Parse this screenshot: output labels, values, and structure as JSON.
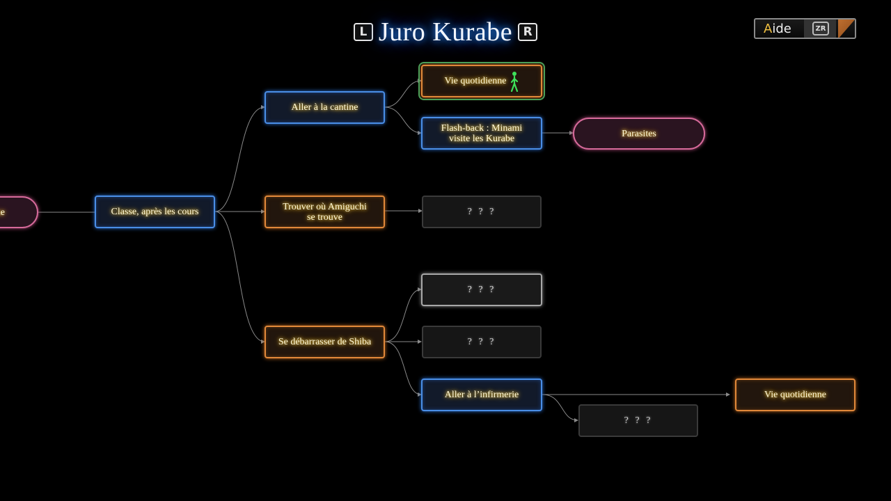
{
  "header": {
    "title": "Juro Kurabe",
    "left_key": "L",
    "right_key": "R"
  },
  "help": {
    "label_first": "A",
    "label_rest": "ide",
    "key": "ZR"
  },
  "nodes": {
    "left_partial": "ne",
    "classe": "Classe, après les cours",
    "cantine": "Aller à la cantine",
    "vie1": "Vie quotidienne",
    "flashback_line1": "Flash-back : Minami",
    "flashback_line2": "visite les Kurabe",
    "parasites": "Parasites",
    "amiguchi_line1": "Trouver où Amiguchi",
    "amiguchi_line2": "se trouve",
    "unknown": "? ? ?",
    "shiba": "Se débarrasser de Shiba",
    "infirmerie": "Aller à l’infirmerie",
    "vie2": "Vie quotidienne"
  },
  "colors": {
    "blue_node": "#4a8ee6",
    "orange_node": "#e0883a",
    "pink_node": "#d66a9a",
    "link": "#8a8a8a",
    "title_glow": "#2d8fff"
  },
  "icons": {
    "current_position": "walking-figure-icon"
  }
}
